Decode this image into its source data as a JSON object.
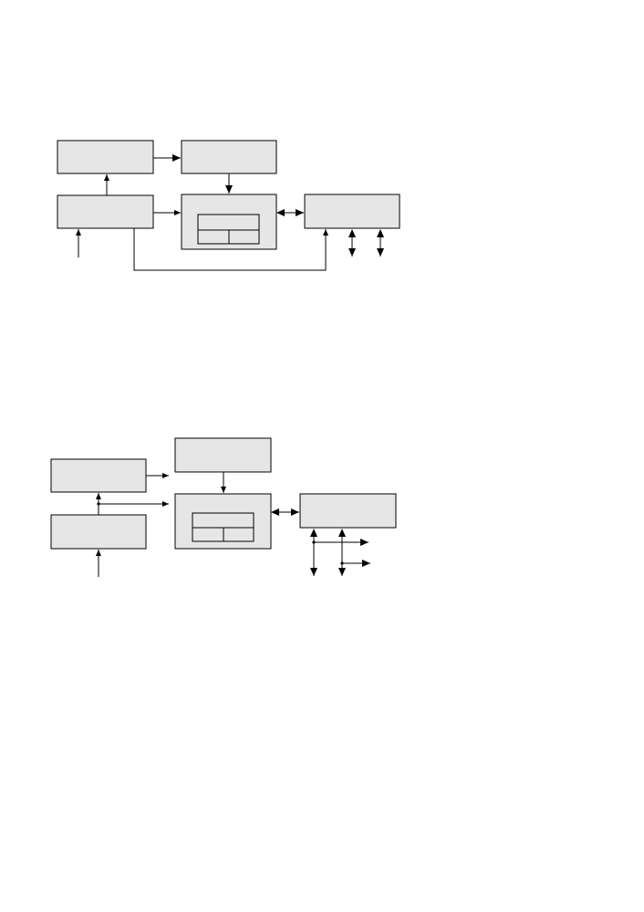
{
  "colors": {
    "block_fill": "#e6e6e6",
    "stroke": "#000000",
    "background": "#ffffff"
  },
  "diagrams": [
    {
      "blocks": [
        {
          "name": "block-a-top-left",
          "label": ""
        },
        {
          "name": "block-b-top-middle",
          "label": ""
        },
        {
          "name": "block-c-bottom-left",
          "label": ""
        },
        {
          "name": "block-d-center",
          "label": "",
          "inner_cells": 2
        },
        {
          "name": "block-e-right",
          "label": ""
        }
      ]
    },
    {
      "blocks": [
        {
          "name": "block-a-top-middle",
          "label": ""
        },
        {
          "name": "block-b-upper-left",
          "label": ""
        },
        {
          "name": "block-c-lower-left",
          "label": ""
        },
        {
          "name": "block-d-center",
          "label": "",
          "inner_cells": 2
        },
        {
          "name": "block-e-right",
          "label": ""
        }
      ]
    }
  ]
}
